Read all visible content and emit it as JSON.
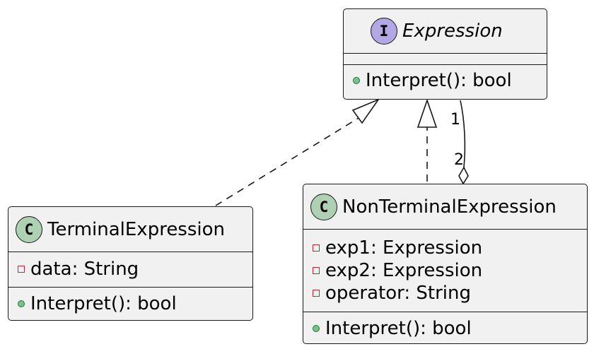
{
  "classes": {
    "expression": {
      "stereotype_letter": "I",
      "name": "Expression",
      "attributes": [],
      "methods": [
        {
          "visibility": "public",
          "text": "Interpret(): bool"
        }
      ]
    },
    "terminal": {
      "stereotype_letter": "C",
      "name": "TerminalExpression",
      "attributes": [
        {
          "visibility": "private",
          "text": "data: String"
        }
      ],
      "methods": [
        {
          "visibility": "public",
          "text": "Interpret(): bool"
        }
      ]
    },
    "nonterminal": {
      "stereotype_letter": "C",
      "name": "NonTerminalExpression",
      "attributes": [
        {
          "visibility": "private",
          "text": "exp1: Expression"
        },
        {
          "visibility": "private",
          "text": "exp2: Expression"
        },
        {
          "visibility": "private",
          "text": "operator: String"
        }
      ],
      "methods": [
        {
          "visibility": "public",
          "text": "Interpret(): bool"
        }
      ]
    }
  },
  "relations": {
    "aggregation": {
      "source_multiplicity": "1",
      "target_multiplicity": "2"
    }
  },
  "colors": {
    "class_fill": "#f1f1f1",
    "border": "#181818",
    "interface_badge": "#b4a7e5",
    "class_badge": "#add1b2",
    "public_marker": "#84be84",
    "private_marker": "#c82930"
  }
}
